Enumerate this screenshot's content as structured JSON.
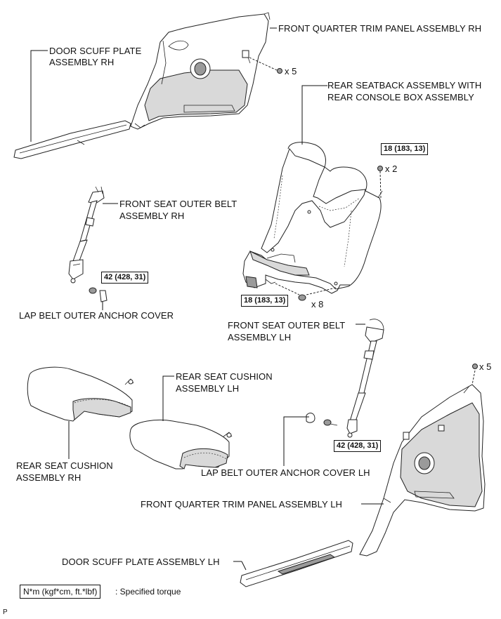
{
  "labels": {
    "front_quarter_rh": "FRONT QUARTER TRIM PANEL ASSEMBLY RH",
    "door_scuff_rh_line1": "DOOR SCUFF PLATE",
    "door_scuff_rh_line2": "ASSEMBLY RH",
    "rear_seatback_line1": "REAR SEATBACK ASSEMBLY WITH",
    "rear_seatback_line2": "REAR CONSOLE BOX ASSEMBLY",
    "front_belt_rh_line1": "FRONT SEAT OUTER BELT",
    "front_belt_rh_line2": "ASSEMBLY RH",
    "lap_cover_rh": "LAP BELT OUTER ANCHOR COVER",
    "front_belt_lh_line1": "FRONT SEAT OUTER BELT",
    "front_belt_lh_line2": "ASSEMBLY LH",
    "rear_cushion_lh_line1": "REAR SEAT CUSHION",
    "rear_cushion_lh_line2": "ASSEMBLY LH",
    "rear_cushion_rh_line1": "REAR SEAT CUSHION",
    "rear_cushion_rh_line2": "ASSEMBLY RH",
    "lap_cover_lh": "LAP BELT OUTER ANCHOR COVER LH",
    "front_quarter_lh": "FRONT QUARTER TRIM PANEL ASSEMBLY LH",
    "door_scuff_lh": "DOOR SCUFF PLATE ASSEMBLY LH",
    "page_code": "P"
  },
  "torques": {
    "seatback_upper": "18 (183, 13)",
    "seatback_lower": "18 (183, 13)",
    "belt_rh": "42 (428, 31)",
    "belt_lh": "42 (428, 31)"
  },
  "quantities": {
    "clip_rh": "x 5",
    "nut_upper": "x 2",
    "bolt_lower": "x 8",
    "clip_lh": "x 5"
  },
  "legend": {
    "unit_box": "N*m (kgf*cm, ft.*lbf)",
    "description": ": Specified torque"
  }
}
